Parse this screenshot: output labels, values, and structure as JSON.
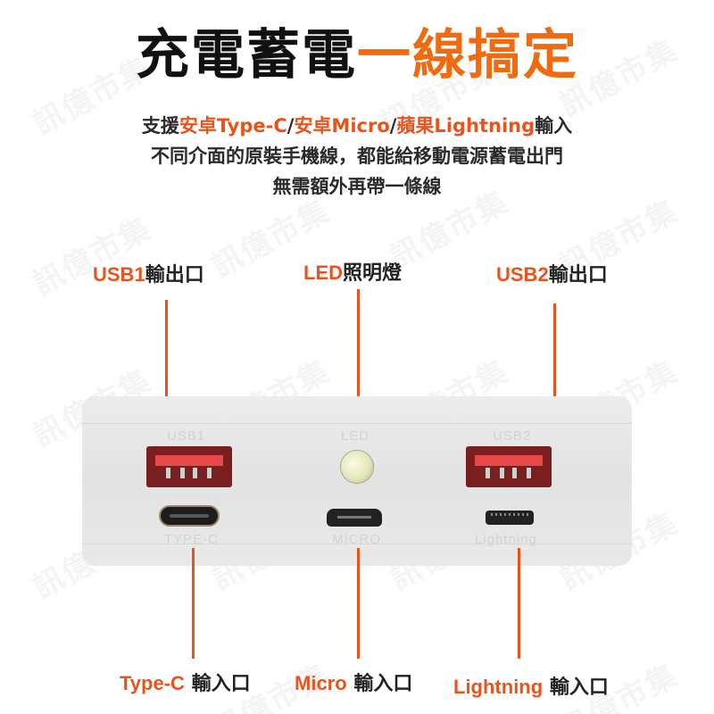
{
  "watermark": "訊億市集",
  "headline": {
    "dark": "充電蓄電",
    "accent": "一線搞定"
  },
  "subtext": {
    "line1": [
      {
        "text": "支援",
        "hl": false
      },
      {
        "text": "安卓Type-C",
        "hl": true
      },
      {
        "text": "/",
        "hl": false
      },
      {
        "text": "安卓Micro",
        "hl": true
      },
      {
        "text": "/",
        "hl": false
      },
      {
        "text": "蘋果Lightning",
        "hl": true
      },
      {
        "text": "輸入",
        "hl": false
      }
    ],
    "line2": "不同介面的原裝手機線，都能給移動電源蓄電出門",
    "line3": "無需額外再帶一條線"
  },
  "top_labels": {
    "usb1": {
      "en": "USB1",
      "zh": "輸出口"
    },
    "led": {
      "en": "LED",
      "zh": "照明燈"
    },
    "usb2": {
      "en": "USB2",
      "zh": "輸出口"
    }
  },
  "bottom_labels": {
    "typec": {
      "en": "Type-C",
      "zh": "輸入口"
    },
    "micro": {
      "en": "Micro",
      "zh": "輸入口"
    },
    "lightning": {
      "en": "Lightning",
      "zh": "輸入口"
    }
  },
  "device_engravings": {
    "usb1": "USB1",
    "led": "LED",
    "usb2": "USB2",
    "typec": "TYPE-C",
    "micro": "MICRO",
    "lightning": "Lightning"
  },
  "colors": {
    "accent": "#f06a10",
    "highlight": "#e8541c",
    "text": "#1a1a1a",
    "device": "#e6e6e6",
    "usb_port": "#e84848"
  }
}
